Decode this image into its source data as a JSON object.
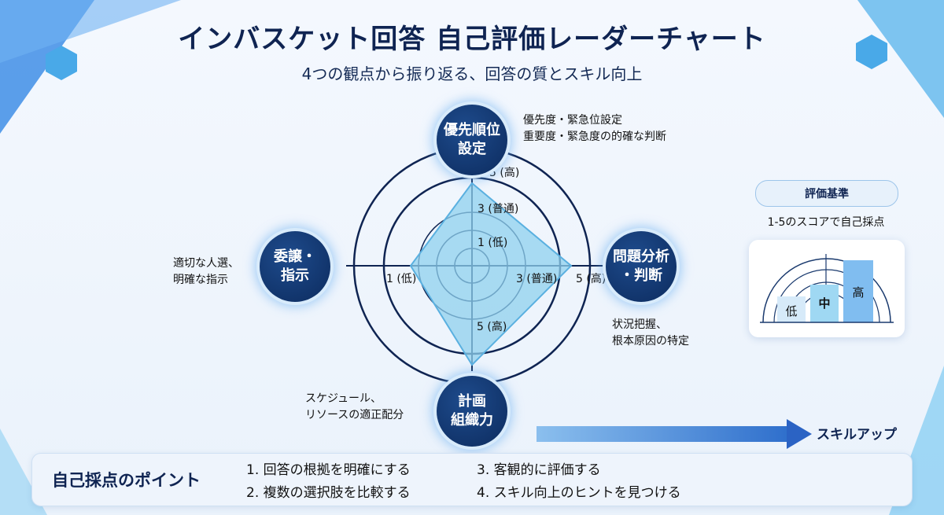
{
  "title": "インバスケット回答 自己評価レーダーチャート",
  "subtitle": "4つの観点から振り返る、回答の質とスキル向上",
  "axes": {
    "top": {
      "label": "優先順位\n設定",
      "desc": "優先度・緊急位設定\n重要度・緊急度の的確な判断"
    },
    "right": {
      "label": "問題分析\n・判断",
      "desc": "状況把握、\n根本原因の特定"
    },
    "bottom": {
      "label": "計画\n組織力",
      "desc": "スケジュール、\nリソースの適正配分"
    },
    "left": {
      "label": "委譲・\n指示",
      "desc": "適切な人選、\n明確な指示"
    }
  },
  "scale_labels": {
    "top_5": "5 (高)",
    "top_3": "3 (普通)",
    "top_1": "1 (低)",
    "left_1": "1 (低)",
    "right_3": "3 (普通)",
    "right_5": "5 (高)",
    "bottom_5": "5 (高)"
  },
  "evaluation": {
    "pill": "評価基準",
    "caption": "1-5のスコアで自己採点",
    "levels": [
      "低",
      "中",
      "高"
    ]
  },
  "skill_up": "スキルアップ",
  "points": {
    "title": "自己採点のポイント",
    "items": [
      "1. 回答の根拠を明確にする",
      "2. 複数の選択肢を比較する",
      "3. 客観的に評価する",
      "4. スキル向上のヒントを見つける"
    ]
  },
  "colors": {
    "navy": "#0f2452",
    "polygon_fill": "#8fd0ee",
    "polygon_stroke": "#5ab0e0"
  },
  "chart_data": {
    "type": "radar",
    "axes": [
      "優先順位設定",
      "問題分析・判断",
      "計画組織力",
      "委譲・指示"
    ],
    "values": [
      3.5,
      4.2,
      4.2,
      2.6
    ],
    "scale": [
      0,
      5
    ]
  }
}
